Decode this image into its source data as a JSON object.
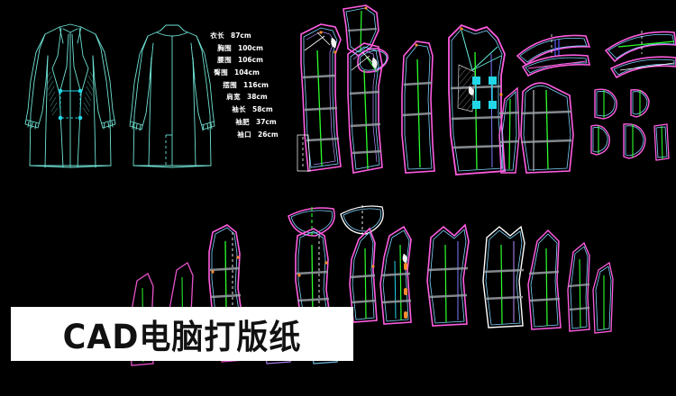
{
  "image": {
    "background_color": "#000000",
    "subject": "garment CAD pattern sheet"
  },
  "flats": {
    "front": {
      "name": "coat-front-flat-sketch",
      "stroke_color": "#6fe3d4",
      "accent_color": "#22d8e8",
      "description": "double breasted long coat front view with notched lapel"
    },
    "back": {
      "name": "coat-back-flat-sketch",
      "stroke_color": "#6fe3d4",
      "description": "long coat back view with centre back seam and vent"
    }
  },
  "spec_sheet": {
    "title": "measurement-spec-list",
    "unit": "cm",
    "text_color": "#ffffff",
    "rows": [
      {
        "label": "衣长",
        "value": "87cm"
      },
      {
        "label": "胸围",
        "value": "100cm"
      },
      {
        "label": "腰围",
        "value": "106cm"
      },
      {
        "label": "臀围",
        "value": "104cm"
      },
      {
        "label": "摆围",
        "value": "116cm"
      },
      {
        "label": "肩宽",
        "value": "38cm"
      },
      {
        "label": "袖长",
        "value": "58cm"
      },
      {
        "label": "袖肥",
        "value": "37cm"
      },
      {
        "label": "袖口",
        "value": "26cm"
      }
    ]
  },
  "pattern_pieces": {
    "outline_color": "#ff5ce0",
    "seam_allowance_color": "#7fd4ff",
    "grainline_color": "#2bff2b",
    "guide_color": "#9aa0a6",
    "marker_color": "#22d8e8",
    "notch_color": "#ff8c2b",
    "top_row": [
      {
        "name": "pattern-piece-back-panel"
      },
      {
        "name": "pattern-piece-upper-collar"
      },
      {
        "name": "pattern-piece-side-back-panel"
      },
      {
        "name": "pattern-piece-side-panel"
      },
      {
        "name": "pattern-piece-front-panel"
      },
      {
        "name": "pattern-piece-under-collar"
      },
      {
        "name": "pattern-piece-collar-stand"
      },
      {
        "name": "pattern-piece-sleeve-upper"
      },
      {
        "name": "pattern-piece-pocket-welt"
      },
      {
        "name": "pattern-piece-facing-small"
      }
    ],
    "bottom_row": [
      {
        "name": "pattern-piece-lining-back"
      },
      {
        "name": "pattern-piece-lining-collar"
      },
      {
        "name": "pattern-piece-lining-collar-2"
      },
      {
        "name": "pattern-piece-lining-front"
      },
      {
        "name": "pattern-piece-lining-side"
      },
      {
        "name": "pattern-piece-lining-sleeve-upper"
      },
      {
        "name": "pattern-piece-lining-sleeve-under"
      },
      {
        "name": "pattern-piece-lining-hem"
      }
    ]
  },
  "watermark": {
    "text": "CAD电脑打版纸",
    "background_color": "#ffffff",
    "text_color": "#111111"
  }
}
